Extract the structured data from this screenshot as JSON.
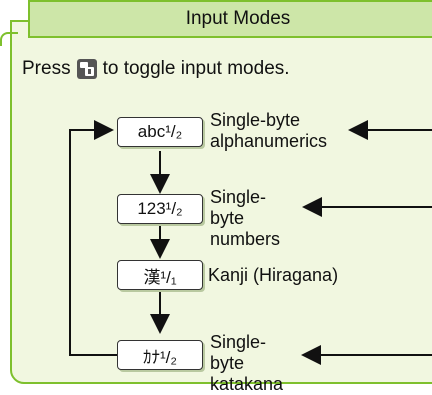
{
  "header": {
    "title": "Input Modes"
  },
  "intro": {
    "prefix": "Press",
    "key_icon": "mode-toggle-key-icon",
    "suffix": "to toggle input modes."
  },
  "modes": [
    {
      "box": "abc¹/₂",
      "label": "Single-byte alphanumerics"
    },
    {
      "box": "123¹/₂",
      "label": "Single-byte numbers"
    },
    {
      "box": "漢¹/₁",
      "label": "Kanji (Hiragana)"
    },
    {
      "box": "ｶﾅ¹/₂",
      "label": "Single-byte katakana"
    }
  ],
  "colors": {
    "accent_green": "#7ec02d",
    "header_fill": "#cde6a8",
    "panel_fill": "#f1f7e0"
  }
}
